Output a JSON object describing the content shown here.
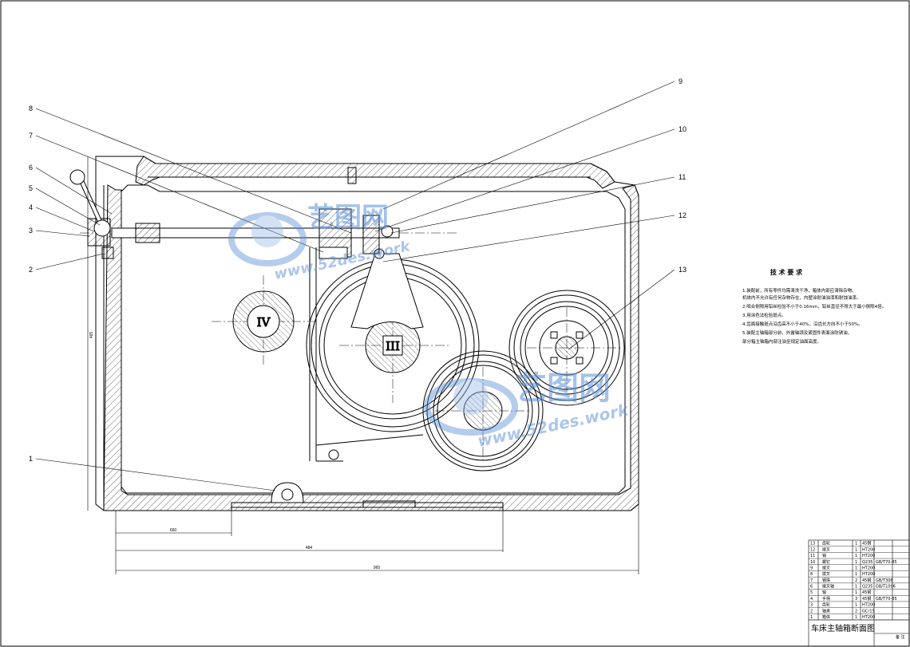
{
  "drawing": {
    "title": "车床主轴箱断面图",
    "shafts": {
      "shaft_iv": "IV",
      "shaft_iii": "III"
    },
    "dimensions": {
      "d1": "965",
      "d2": "484",
      "d3": "660",
      "d4": "465"
    }
  },
  "callouts": [
    "1",
    "2",
    "3",
    "4",
    "5",
    "6",
    "7",
    "8",
    "9",
    "10",
    "11",
    "12",
    "13"
  ],
  "tech_notes": {
    "title": "技 术 要 求",
    "lines": [
      "1.装配前，所有零件均需清洗干净，箱体内部应清除杂物。",
      "  机体内不允许有任何杂物存在，内壁涂耐油油漆和耐蚀油漆。",
      "2.啮合侧隙用铅丝检验不小于0.16mm，铅丝直径不得大于最小侧隙4倍。",
      "3.用涂色法检验斑点。",
      "4.齿面接触斑点沿齿高不小于40%，沿齿长方向不小于50%。",
      "5.装配主轴箱部分前，外露轴颈及紧固件表面涂防锈油，",
      "  部分箱主轴箱内部注油至规定油面高度。"
    ]
  },
  "bom": {
    "rows": [
      {
        "no": "13",
        "name": "齿轮",
        "qty": "1",
        "material": "45钢",
        "note": ""
      },
      {
        "no": "12",
        "name": "拨叉",
        "qty": "1",
        "material": "HT200",
        "note": ""
      },
      {
        "no": "11",
        "name": "销",
        "qty": "1",
        "material": "HT200",
        "note": ""
      },
      {
        "no": "10",
        "name": "螺钉",
        "qty": "1",
        "material": "Q235",
        "note": "GB/T70-85"
      },
      {
        "no": "9",
        "name": "拨叉",
        "qty": "1",
        "material": "HT200",
        "note": ""
      },
      {
        "no": "8",
        "name": "拨叉",
        "qty": "1",
        "material": "HT200",
        "note": ""
      },
      {
        "no": "7",
        "name": "钢珠",
        "qty": "2",
        "material": "45钢",
        "note": "GB/T308"
      },
      {
        "no": "6",
        "name": "拨叉轴",
        "qty": "1",
        "material": "Q235",
        "note": "GB/T1096"
      },
      {
        "no": "5",
        "name": "轴",
        "qty": "1",
        "material": "45钢",
        "note": ""
      },
      {
        "no": "4",
        "name": "手柄",
        "qty": "3",
        "material": "45钢",
        "note": "GB/T70-85"
      },
      {
        "no": "3",
        "name": "齿轮",
        "qty": "1",
        "material": "HT200",
        "note": ""
      },
      {
        "no": "2",
        "name": "轴承",
        "qty": "2",
        "material": "GCr15",
        "note": ""
      },
      {
        "no": "1",
        "name": "箱体",
        "qty": "1",
        "material": "HT200",
        "note": ""
      }
    ],
    "summary": "备 注"
  },
  "watermark": {
    "brand": "艺图网",
    "url": "www.52des.work",
    "color": "#5a8fd8"
  }
}
